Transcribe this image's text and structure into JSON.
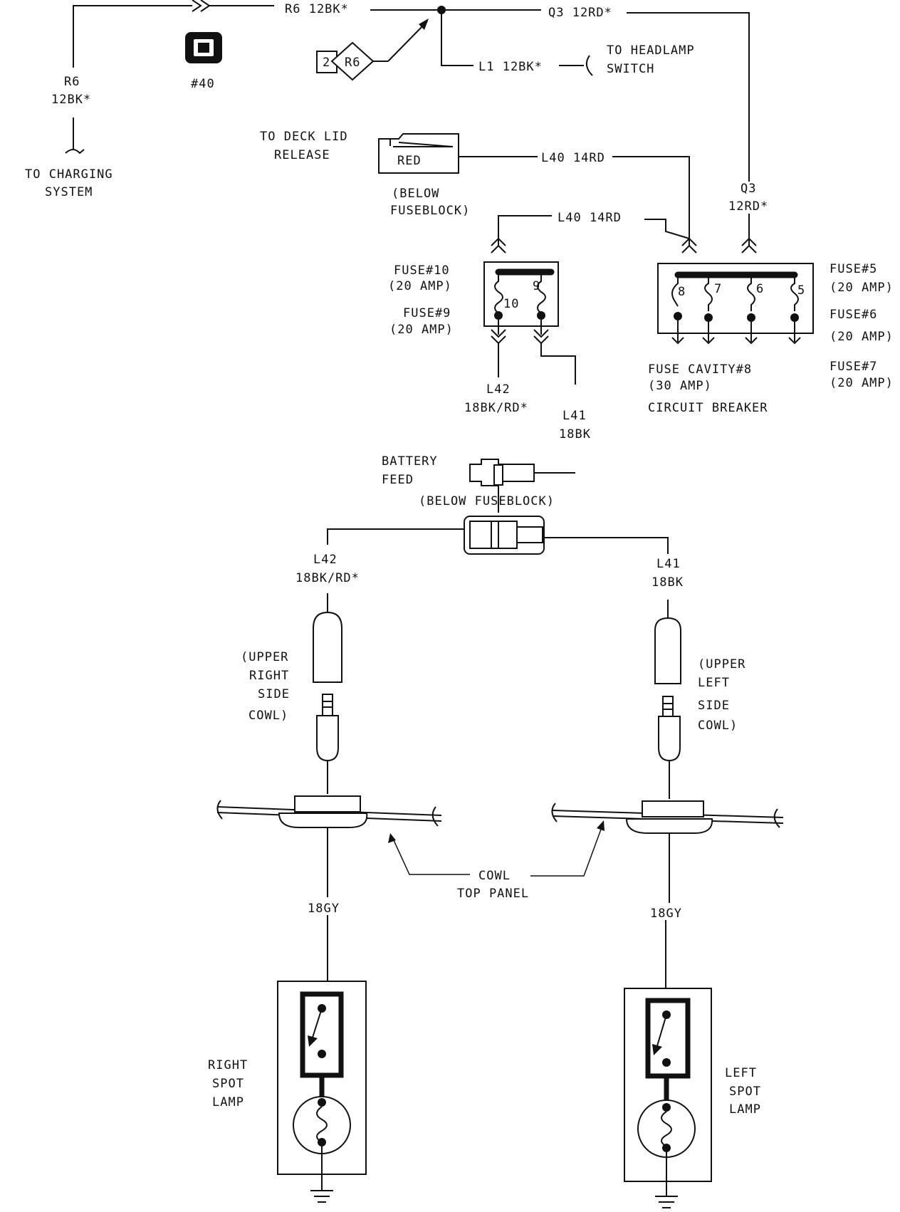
{
  "labels": {
    "r6_top": "R6 12BK*",
    "r6_left_a": "R6",
    "r6_left_b": "12BK*",
    "charging_a": "TO CHARGING",
    "charging_b": "SYSTEM",
    "ground_point": "#40",
    "splice_num": "2",
    "splice_id": "R6",
    "q3_top": "Q3 12RD*",
    "l1": "L1 12BK*",
    "headlamp_a": "TO HEADLAMP",
    "headlamp_b": "SWITCH",
    "deck_a": "TO DECK LID",
    "deck_b": "RELEASE",
    "red_conn": "RED",
    "below_fb_a": "(BELOW",
    "below_fb_b": "FUSEBLOCK)",
    "l40_a": "L40 14RD",
    "l40_b": "L40 14RD",
    "q3_right_a": "Q3",
    "q3_right_b": "12RD*",
    "fuse10_a": "FUSE#10",
    "fuse10_b": "(20 AMP)",
    "fuse9_a": "FUSE#9",
    "fuse9_b": "(20 AMP)",
    "fuse_num_10": "10",
    "fuse_num_9": "9",
    "fuse5_a": "FUSE#5",
    "fuse5_b": "(20 AMP)",
    "fuse6_a": "FUSE#6",
    "fuse6_b": "(20 AMP)",
    "fuse7_a": "FUSE#7",
    "fuse7_b": "(20 AMP)",
    "cav_8": "8",
    "cav_7": "7",
    "cav_6": "6",
    "cav_5": "5",
    "cb_a": "FUSE CAVITY#8",
    "cb_b": "(30 AMP)",
    "cb_c": "CIRCUIT BREAKER",
    "l42_a": "L42",
    "l42_b": "18BK/RD*",
    "l41_a": "L41",
    "l41_b": "18BK",
    "batt_a": "BATTERY",
    "batt_b": "FEED",
    "batt_c": "(BELOW FUSEBLOCK)",
    "l42_lower_a": "L42",
    "l42_lower_b": "18BK/RD*",
    "l41_lower_a": "L41",
    "l41_lower_b": "18BK",
    "urc_a": "(UPPER",
    "urc_b": "RIGHT",
    "urc_c": "SIDE",
    "urc_d": "COWL)",
    "ulc_a": "(UPPER",
    "ulc_b": "LEFT",
    "ulc_c": "SIDE",
    "ulc_d": "COWL)",
    "cowl_a": "COWL",
    "cowl_b": "TOP PANEL",
    "gy_left": "18GY",
    "gy_right": "18GY",
    "rsl_a": "RIGHT",
    "rsl_b": "SPOT",
    "rsl_c": "LAMP",
    "lsl_a": "LEFT",
    "lsl_b": "SPOT",
    "lsl_c": "LAMP"
  }
}
